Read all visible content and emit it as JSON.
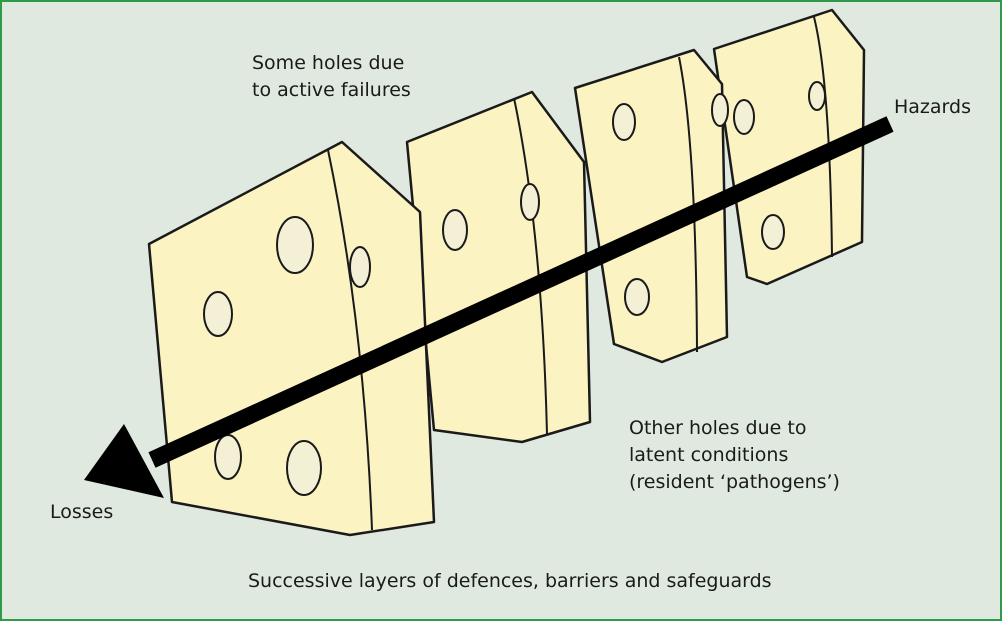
{
  "diagram": {
    "labels": {
      "active_failures": [
        "Some holes due",
        "to active failures"
      ],
      "hazards": "Hazards",
      "latent_conditions": [
        "Other holes due to",
        "latent conditions",
        "(resident ‘pathogens’)"
      ],
      "losses": "Losses",
      "layers": "Successive layers of defences, barriers and safeguards"
    },
    "colors": {
      "background": "#dfe9df",
      "border": "#2f9a4a",
      "cheese": "#fbf3c2",
      "outline": "#1a1a1a",
      "arrow": "#000000"
    }
  }
}
